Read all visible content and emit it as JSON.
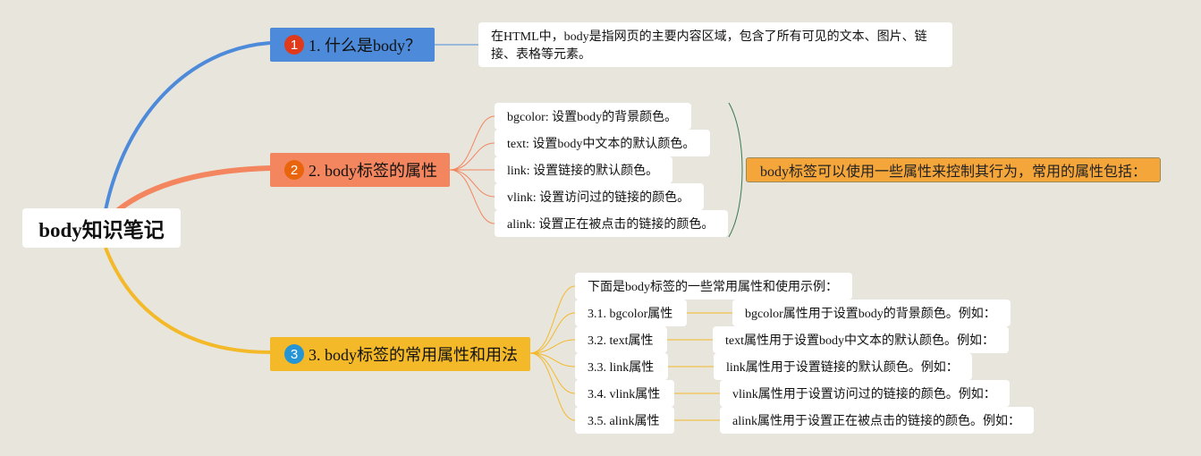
{
  "root": {
    "label": "body知识笔记"
  },
  "branches": [
    {
      "number": "1",
      "label": "1. 什么是body？",
      "color": "#4d8ad9"
    },
    {
      "number": "2",
      "label": "2. body标签的属性",
      "color": "#f3855f"
    },
    {
      "number": "3",
      "label": "3. body标签的常用属性和用法",
      "color": "#f3b928"
    }
  ],
  "branch1": {
    "note": "在HTML中，body是指网页的主要内容区域，包含了所有可见的文本、图片、链接、表格等元素。"
  },
  "branch2": {
    "attributes": [
      "bgcolor: 设置body的背景颜色。",
      "text: 设置body中文本的默认颜色。",
      "link: 设置链接的默认颜色。",
      "vlink: 设置访问过的链接的颜色。",
      "alink: 设置正在被点击的链接的颜色。"
    ],
    "summary": "body标签可以使用一些属性来控制其行为，常用的属性包括："
  },
  "branch3": {
    "intro": "下面是body标签的一些常用属性和使用示例：",
    "items": [
      {
        "title": "3.1. bgcolor属性",
        "detail": "bgcolor属性用于设置body的背景颜色。例如："
      },
      {
        "title": "3.2. text属性",
        "detail": "text属性用于设置body中文本的默认颜色。例如："
      },
      {
        "title": "3.3. link属性",
        "detail": "link属性用于设置链接的默认颜色。例如："
      },
      {
        "title": "3.4. vlink属性",
        "detail": "vlink属性用于设置访问过的链接的颜色。例如："
      },
      {
        "title": "3.5. alink属性",
        "detail": "alink属性用于设置正在被点击的链接的颜色。例如："
      }
    ]
  }
}
